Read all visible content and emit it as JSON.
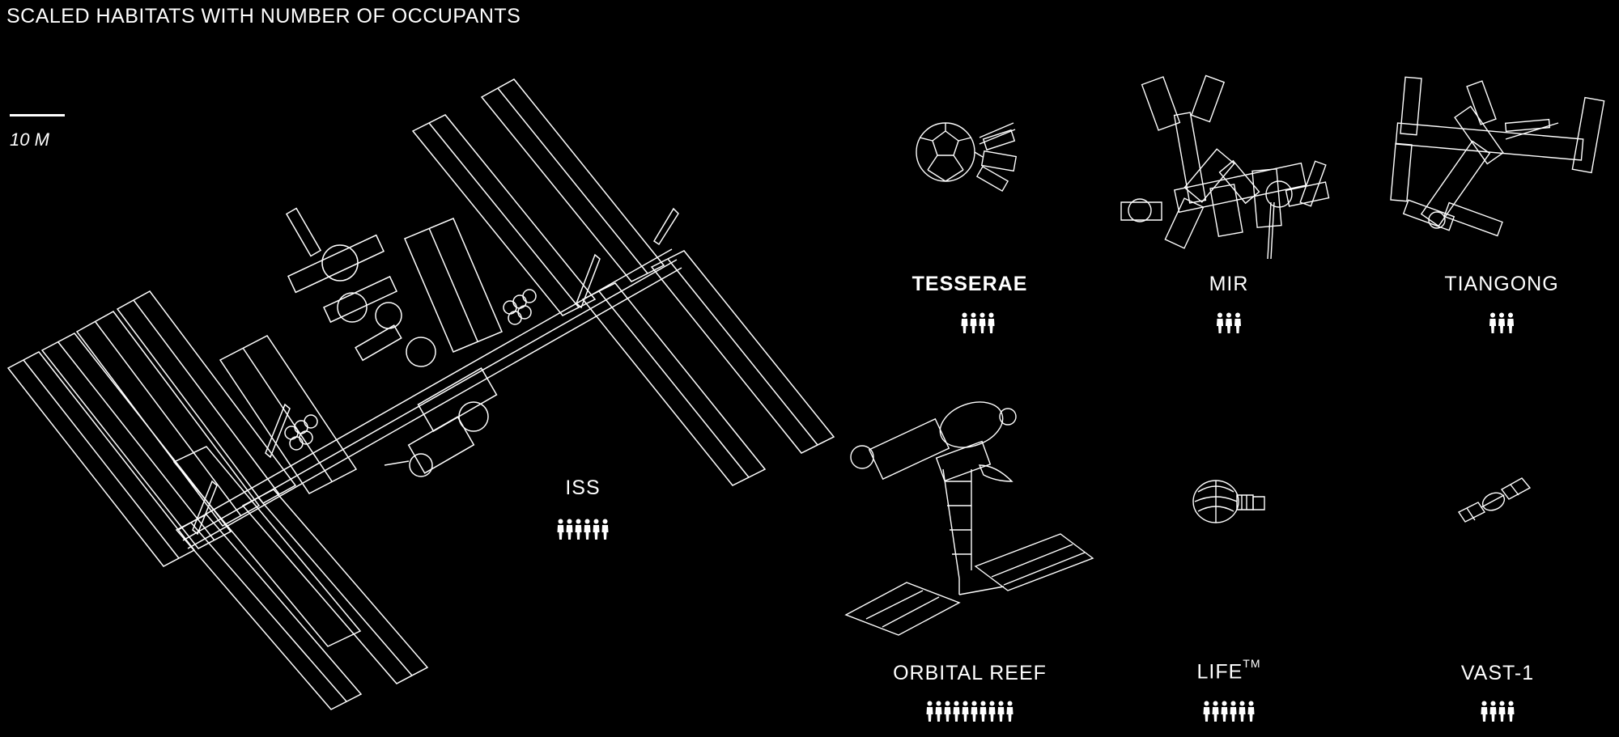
{
  "title": "SCALED HABITATS WITH NUMBER OF OCCUPANTS",
  "scale": {
    "label": "10 M"
  },
  "habitats": [
    {
      "id": "iss",
      "name": "ISS",
      "superscript": "",
      "occupants": 6,
      "bold": false
    },
    {
      "id": "tesserae",
      "name": "TESSERAE",
      "superscript": "",
      "occupants": 4,
      "bold": true
    },
    {
      "id": "mir",
      "name": "MIR",
      "superscript": "",
      "occupants": 3,
      "bold": false
    },
    {
      "id": "tiangong",
      "name": "TIANGONG",
      "superscript": "",
      "occupants": 3,
      "bold": false
    },
    {
      "id": "orbital-reef",
      "name": "ORBITAL REEF",
      "superscript": "",
      "occupants": 10,
      "bold": false
    },
    {
      "id": "life",
      "name": "LIFE",
      "superscript": "TM",
      "occupants": 6,
      "bold": false
    },
    {
      "id": "vast-1",
      "name": "VAST-1",
      "superscript": "",
      "occupants": 4,
      "bold": false
    }
  ],
  "colors": {
    "background": "#000000",
    "foreground": "#ffffff"
  }
}
